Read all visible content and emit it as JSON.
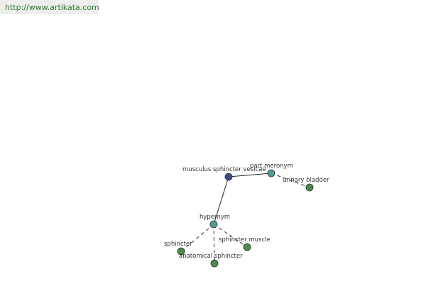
{
  "header": {
    "url": "http://www.artikata.com"
  },
  "colors": {
    "root": "#3b4a8a",
    "relation": "#4f9a9a",
    "leaf": "#4a8a4a"
  },
  "graph": {
    "nodes": [
      {
        "id": "root",
        "label": "musculus sphincter vesicae",
        "kind": "root"
      },
      {
        "id": "part_meronym",
        "label": "part meronym",
        "kind": "relation"
      },
      {
        "id": "urinary_bladder",
        "label": "urinary bladder",
        "kind": "leaf"
      },
      {
        "id": "hypernym",
        "label": "hypernym",
        "kind": "relation"
      },
      {
        "id": "sphincter",
        "label": "sphincter",
        "kind": "leaf"
      },
      {
        "id": "sphincter_muscle",
        "label": "sphincter muscle",
        "kind": "leaf"
      },
      {
        "id": "anatomical_sphincter",
        "label": "anatomical sphincter",
        "kind": "leaf"
      }
    ],
    "edges": [
      {
        "from": "root",
        "to": "part_meronym",
        "style": "solid"
      },
      {
        "from": "root",
        "to": "hypernym",
        "style": "solid"
      },
      {
        "from": "part_meronym",
        "to": "urinary_bladder",
        "style": "dashed"
      },
      {
        "from": "hypernym",
        "to": "sphincter",
        "style": "dashed"
      },
      {
        "from": "hypernym",
        "to": "sphincter_muscle",
        "style": "dashed"
      },
      {
        "from": "hypernym",
        "to": "anatomical_sphincter",
        "style": "dashed"
      }
    ]
  }
}
